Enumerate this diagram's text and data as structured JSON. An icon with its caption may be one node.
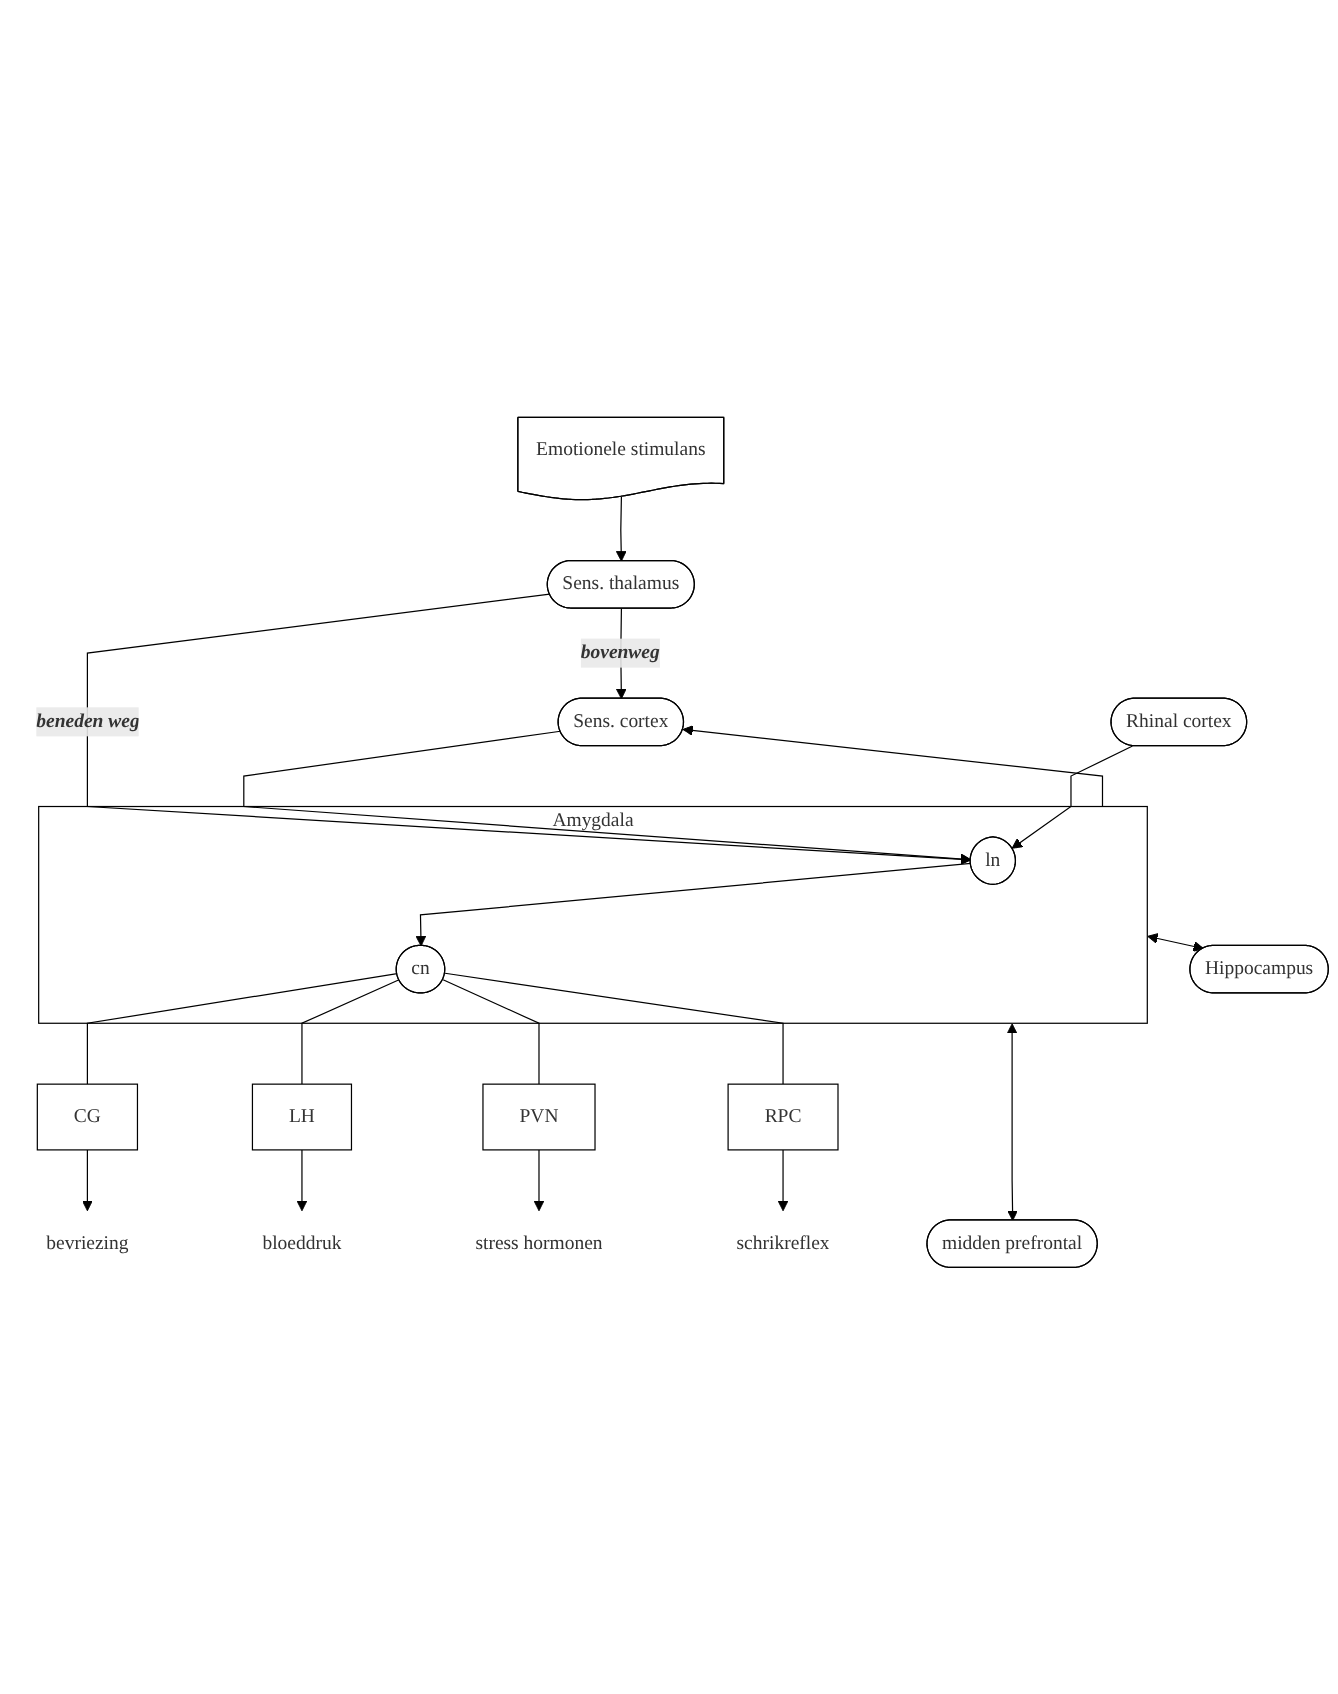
{
  "diagram": {
    "nodes": [
      {
        "text": [
          "Sens. cortex"
        ]
      },
      {
        "text": [
          "Sens. thalamus"
        ]
      },
      {
        "text": [
          "Hippocampus"
        ]
      },
      {
        "text": [
          "Amygdala"
        ]
      },
      {
        "text": [
          "ln"
        ],
        "in": 3
      },
      {
        "text": [
          "cn"
        ],
        "in": 3
      },
      {
        "text": [
          "Rhinal cortex"
        ]
      },
      {
        "text": [
          "midden prefrontal"
        ]
      },
      {
        "text": [
          "Emotionele stimulans"
        ]
      },
      {
        "text": [
          "CG"
        ]
      },
      {
        "text": [
          "LH"
        ]
      },
      {
        "text": [
          "PVN"
        ]
      },
      {
        "text": [
          "RPC"
        ]
      },
      {
        "text": [
          "bevriezing"
        ]
      },
      {
        "text": [
          "bloeddruk"
        ]
      },
      {
        "text": [
          "stress hormonen"
        ]
      },
      {
        "text": [
          "schrikreflex"
        ]
      }
    ],
    "edges": [
      {
        "from": 8,
        "to": 1,
        "arrow": "to"
      },
      {
        "from": 1,
        "to": 0,
        "arrow": "to",
        "label": "bovenweg"
      },
      {
        "from": 1,
        "to": 4,
        "arrow": "to",
        "label": "beneden weg"
      },
      {
        "from": 0,
        "to": 4,
        "arrow": "to"
      },
      {
        "from": 3,
        "to": 0,
        "arrow": "to"
      },
      {
        "from": 6,
        "to": 4,
        "arrow": "to"
      },
      {
        "from": 4,
        "to": 5,
        "arrow": "to"
      },
      {
        "from": 3,
        "to": 2,
        "arrow": "both"
      },
      {
        "from": 3,
        "to": 7,
        "arrow": "both"
      },
      {
        "from": 5,
        "to": 9,
        "arrow": "none"
      },
      {
        "from": 5,
        "to": 10,
        "arrow": "none"
      },
      {
        "from": 5,
        "to": 11,
        "arrow": "none"
      },
      {
        "from": 5,
        "to": 12,
        "arrow": "none"
      },
      {
        "from": 9,
        "to": 13,
        "arrow": "to"
      },
      {
        "from": 10,
        "to": 14,
        "arrow": "to"
      },
      {
        "from": 11,
        "to": 15,
        "arrow": "to"
      },
      {
        "from": 12,
        "to": 16,
        "arrow": "to"
      }
    ]
  }
}
